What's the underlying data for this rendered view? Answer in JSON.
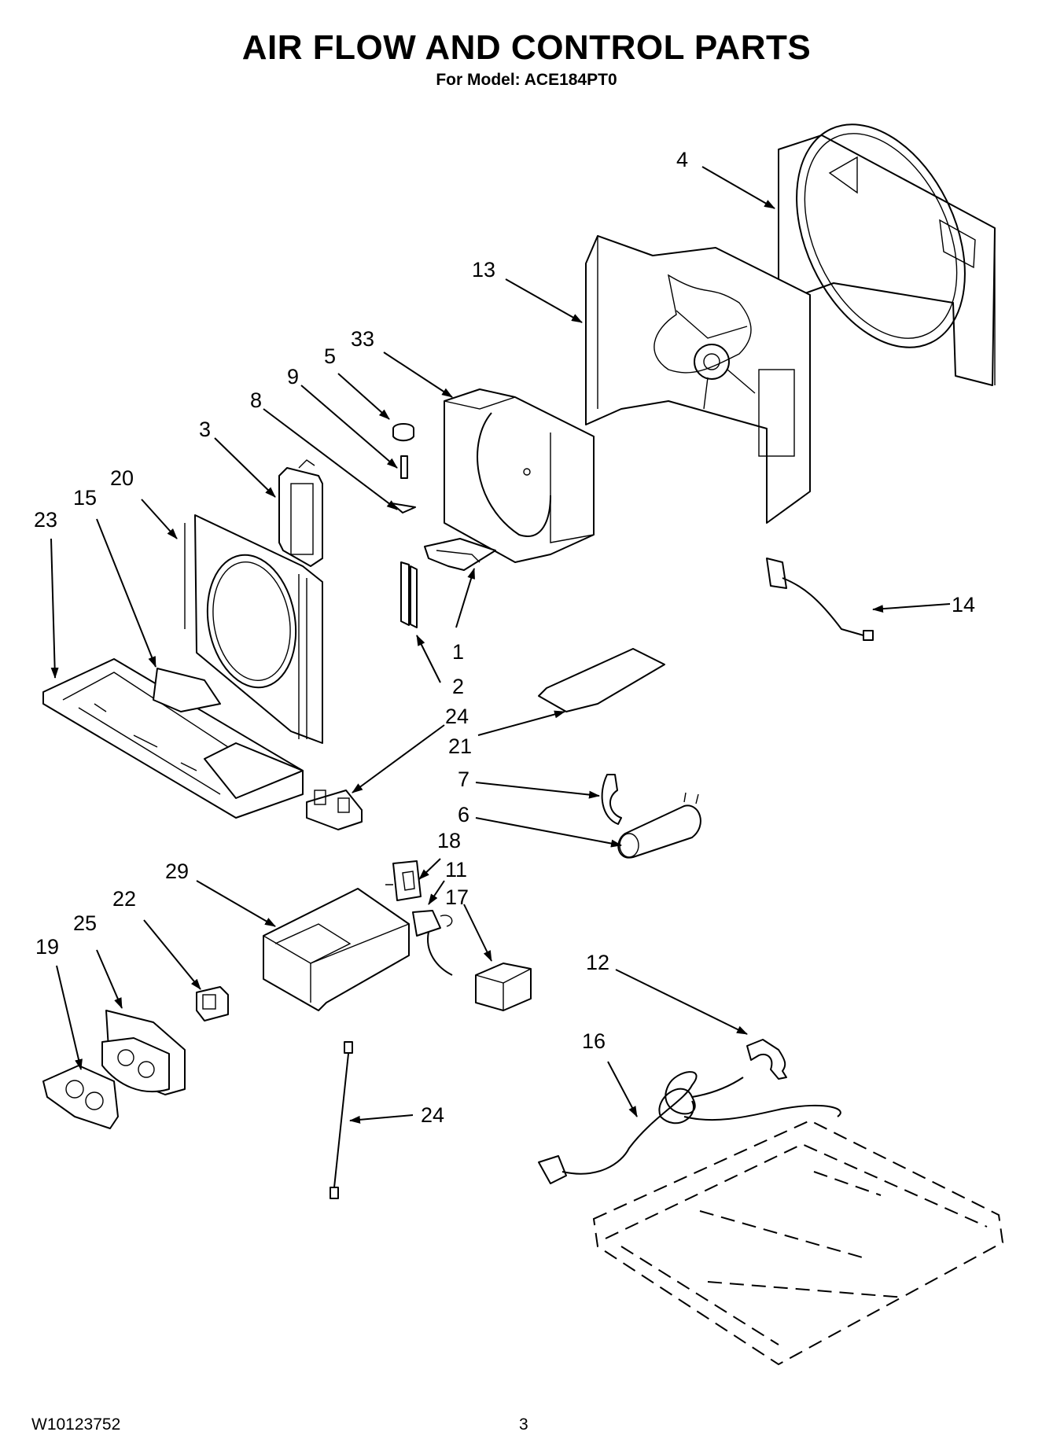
{
  "header": {
    "title": "AIR FLOW AND CONTROL PARTS",
    "subtitle": "For Model: ACE184PT0"
  },
  "footer": {
    "doc_number": "W10123752",
    "page_number": "3"
  },
  "callouts": [
    "1",
    "2",
    "3",
    "4",
    "5",
    "6",
    "7",
    "8",
    "9",
    "11",
    "12",
    "13",
    "14",
    "15",
    "16",
    "17",
    "18",
    "19",
    "20",
    "21",
    "22",
    "23",
    "24",
    "24",
    "25",
    "29",
    "33"
  ]
}
